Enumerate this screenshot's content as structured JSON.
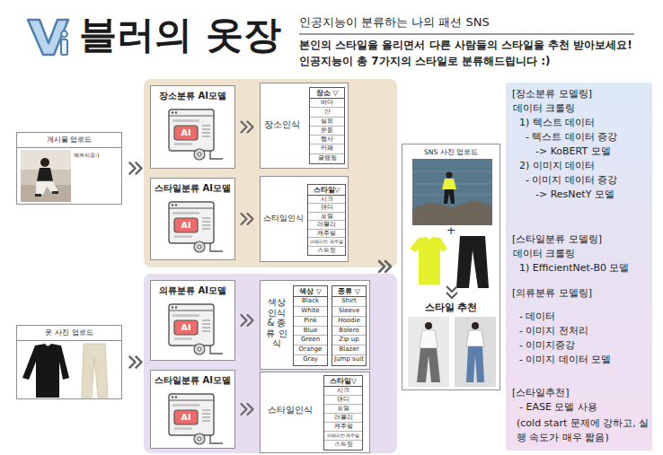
{
  "diagram": {
    "title": "블러의 옷장",
    "nodes": [
      {
        "text": [
          "게시물 업로드",
          "예쁘지용:)"
        ]
      },
      {
        "text": [
          "장소분류 AI모델"
        ]
      },
      {
        "text": [
          "장소인식"
        ]
      },
      {
        "text": [
          "장소 ▽",
          "바다",
          "산",
          "실외",
          "운동",
          "행사",
          "카페",
          "글램핑"
        ],
        "in": 2
      },
      {
        "text": [
          "스타일분류 AI모델"
        ]
      },
      {
        "text": [
          "스타일인식"
        ]
      },
      {
        "text": [
          "스타일▽",
          "시크",
          "댄디",
          "포멀",
          "러블리",
          "캐주얼",
          "아메리칸 캐주얼",
          "스트릿"
        ],
        "in": 5
      },
      {
        "text": [
          "옷 사진 업로드"
        ]
      },
      {
        "text": [
          "의류분류 AI모델"
        ]
      },
      {
        "text": [
          "색상 인식 & 종류 인식"
        ]
      },
      {
        "text": [
          "색상 ▽",
          "Black",
          "White",
          "Pink",
          "Blue",
          "Green",
          "Orange",
          "Gray"
        ],
        "in": 9
      },
      {
        "text": [
          "종류 ▽",
          "Shirt",
          "Sleeve",
          "Hoodie",
          "Bolero",
          "Zip up",
          "Blazer",
          "Jump suit"
        ],
        "in": 9
      },
      {
        "text": [
          "스타일분류 AI모델"
        ]
      },
      {
        "text": [
          "스타일인식"
        ]
      },
      {
        "text": [
          "스타일▽",
          "시크",
          "댄디",
          "포멀",
          "러블리",
          "캐주얼",
          "아메리칸 캐주얼",
          "스트릿"
        ],
        "in": 13
      },
      {
        "text": [
          "SNS 사진 업로드",
          "+",
          "스타일 추천"
        ]
      },
      {
        "text": [
          "[장소분류 모델링]",
          "데이터 크롤링",
          "1) 텍스트 데이터",
          "- 텍스트 데이터 증강",
          "-> KoBERT 모델",
          "2) 이미지 데이터",
          "- 이미지 데이터 증강",
          "-> ResNetY 모델",
          "[스타일분류 모델링]",
          "데이터 크롤링",
          "1) EfficientNet-B0 모델",
          "[의류분류 모델링]",
          "- 데이터",
          "- 이미지 전처리",
          "- 이미지증강",
          "- 이미지 데이터 모델",
          "[스타일추천]",
          "- EASE 모델 사용",
          "(cold start 문제에 강하고, 실행 속도가 매우 짧음)"
        ]
      }
    ],
    "edges": [
      {
        "from": 0,
        "to": 1,
        "arrow": "to"
      },
      {
        "from": 0,
        "to": 4,
        "arrow": "to"
      },
      {
        "from": 1,
        "to": 2,
        "arrow": "to"
      },
      {
        "from": 4,
        "to": 5,
        "arrow": "to"
      },
      {
        "from": 7,
        "to": 8,
        "arrow": "to"
      },
      {
        "from": 7,
        "to": 12,
        "arrow": "to"
      },
      {
        "from": 8,
        "to": 9,
        "arrow": "to"
      },
      {
        "from": 12,
        "to": 13,
        "arrow": "to"
      },
      {
        "from": 2,
        "to": 15,
        "arrow": "to"
      },
      {
        "from": 5,
        "to": 15,
        "arrow": "to"
      },
      {
        "from": 9,
        "to": 15,
        "arrow": "to"
      },
      {
        "from": 13,
        "to": 15,
        "arrow": "to"
      }
    ],
    "labels": [
      "인공지능이 분류하는 나의 패션 SNS",
      "본인의 스타일을 올리면서 다른 사람들의 스타일을 추천 받아보세요!",
      "인공지능이 총 7가지의 스타일로 분류해드립니다 :)",
      "AI",
      "AI",
      "AI",
      "AI"
    ]
  }
}
